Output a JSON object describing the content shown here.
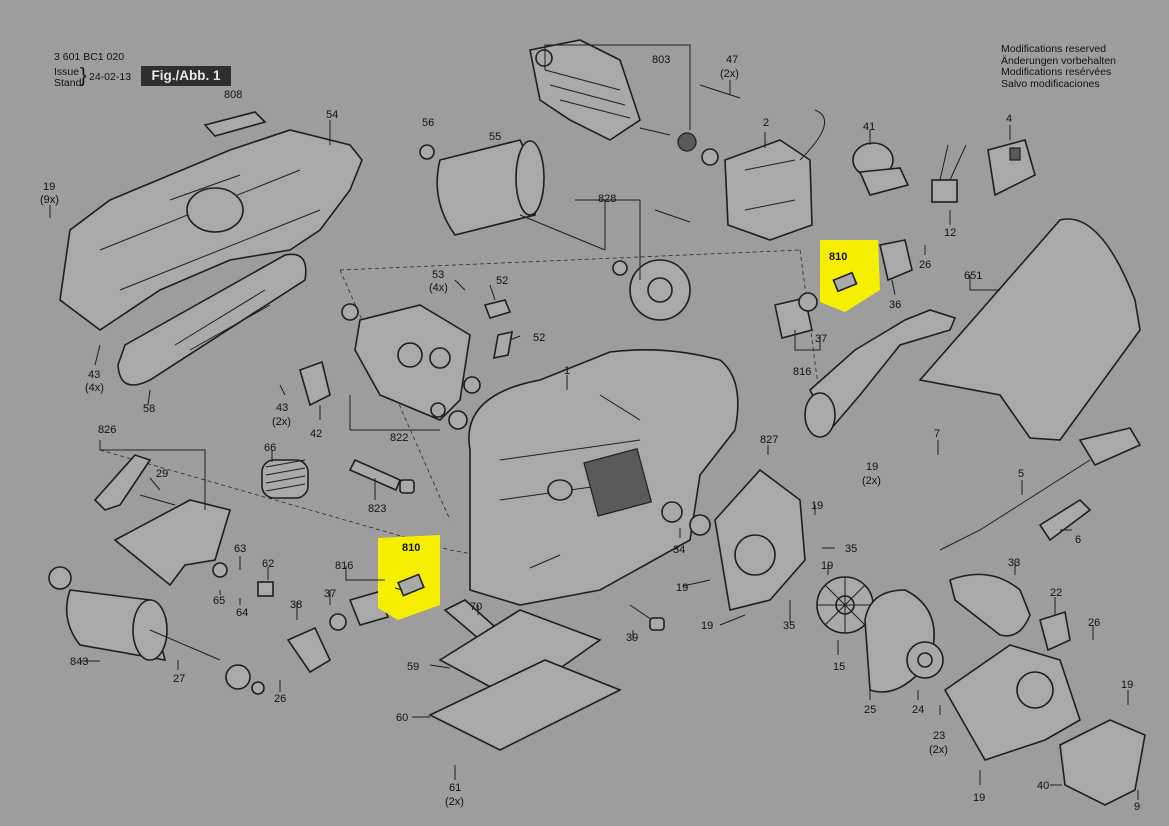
{
  "header": {
    "part_number": "3 601 BC1 020",
    "issue_label": "Issue",
    "stand_label": "Stand",
    "date": "24-02-13",
    "figure": "Fig./Abb. 1"
  },
  "modifications": [
    "Modifications reserved",
    "Änderungen vorbehalten",
    "Modifications resérvées",
    "Salvo modificaciones"
  ],
  "highlight_color": "#f6f000",
  "callouts": [
    {
      "text": "808"
    },
    {
      "text": "54"
    },
    {
      "text": "19"
    },
    {
      "text": "(9x)"
    },
    {
      "text": "43"
    },
    {
      "text": "(4x)"
    },
    {
      "text": "58"
    },
    {
      "text": "56"
    },
    {
      "text": "55"
    },
    {
      "text": "803"
    },
    {
      "text": "47"
    },
    {
      "text": "(2x)"
    },
    {
      "text": "2"
    },
    {
      "text": "41"
    },
    {
      "text": "4"
    },
    {
      "text": "828"
    },
    {
      "text": "12"
    },
    {
      "text": "810"
    },
    {
      "text": "26"
    },
    {
      "text": "36"
    },
    {
      "text": "651"
    },
    {
      "text": "53"
    },
    {
      "text": "(4x)"
    },
    {
      "text": "52"
    },
    {
      "text": "52"
    },
    {
      "text": "37"
    },
    {
      "text": "816"
    },
    {
      "text": "1"
    },
    {
      "text": "43"
    },
    {
      "text": "(2x)"
    },
    {
      "text": "42"
    },
    {
      "text": "822"
    },
    {
      "text": "826"
    },
    {
      "text": "66"
    },
    {
      "text": "29"
    },
    {
      "text": "823"
    },
    {
      "text": "827"
    },
    {
      "text": "7"
    },
    {
      "text": "19"
    },
    {
      "text": "(2x)"
    },
    {
      "text": "5"
    },
    {
      "text": "6"
    },
    {
      "text": "63"
    },
    {
      "text": "62"
    },
    {
      "text": "65"
    },
    {
      "text": "64"
    },
    {
      "text": "810"
    },
    {
      "text": "816"
    },
    {
      "text": "37"
    },
    {
      "text": "38"
    },
    {
      "text": "34"
    },
    {
      "text": "19"
    },
    {
      "text": "35"
    },
    {
      "text": "19"
    },
    {
      "text": "33"
    },
    {
      "text": "22"
    },
    {
      "text": "26"
    },
    {
      "text": "843"
    },
    {
      "text": "27"
    },
    {
      "text": "26"
    },
    {
      "text": "70"
    },
    {
      "text": "39"
    },
    {
      "text": "19"
    },
    {
      "text": "35"
    },
    {
      "text": "15"
    },
    {
      "text": "19"
    },
    {
      "text": "59"
    },
    {
      "text": "25"
    },
    {
      "text": "24"
    },
    {
      "text": "23"
    },
    {
      "text": "(2x)"
    },
    {
      "text": "19"
    },
    {
      "text": "60"
    },
    {
      "text": "61"
    },
    {
      "text": "(2x)"
    },
    {
      "text": "40"
    },
    {
      "text": "9"
    },
    {
      "text": "19"
    }
  ]
}
